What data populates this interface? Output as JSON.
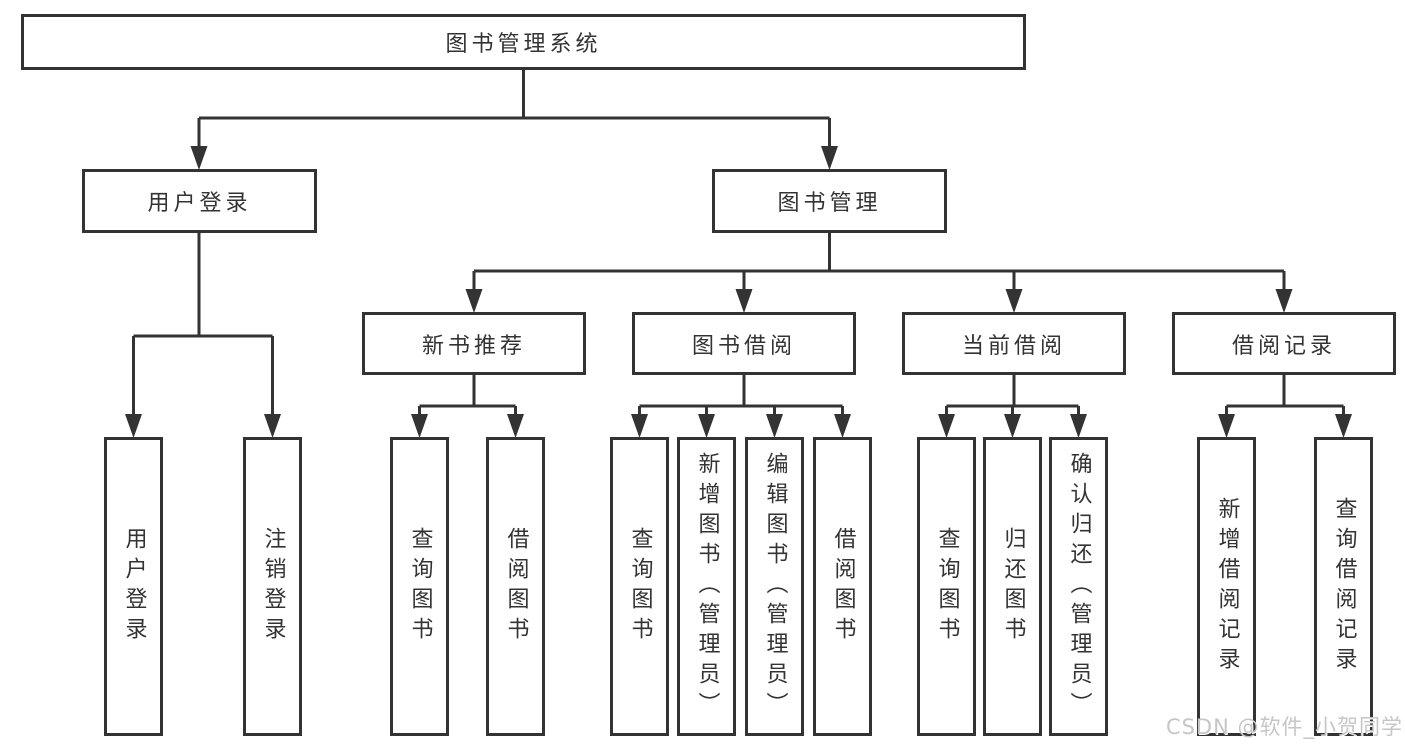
{
  "diagram_title": "图书管理系统",
  "colors": {
    "line": "#333333",
    "box_border": "#333333",
    "box_fill": "#ffffff",
    "text": "#333333",
    "watermark": "#c6c6c6"
  },
  "nodes": {
    "root": "图书管理系统",
    "user_login": "用户登录",
    "book_management": "图书管理",
    "new_book_recommend": "新书推荐",
    "book_borrow": "图书借阅",
    "current_borrow": "当前借阅",
    "borrow_record": "借阅记录",
    "leaves": {
      "user_login": "用户登录",
      "logout": "注销登录",
      "nbr_query_books": "查询图书",
      "nbr_borrow_books": "借阅图书",
      "bb_query_books": "查询图书",
      "bb_add_books": "新增图书（管理员）",
      "bb_edit_books": "编辑图书（管理员）",
      "bb_borrow_books": "借阅图书",
      "cb_query_books": "查询图书",
      "cb_return_books": "归还图书",
      "cb_confirm_return": "确认归还（管理员）",
      "br_add_record": "新增借阅记录",
      "br_query_record": "查询借阅记录"
    }
  },
  "watermark": {
    "text": "CSDN @软件_小贺同学"
  }
}
